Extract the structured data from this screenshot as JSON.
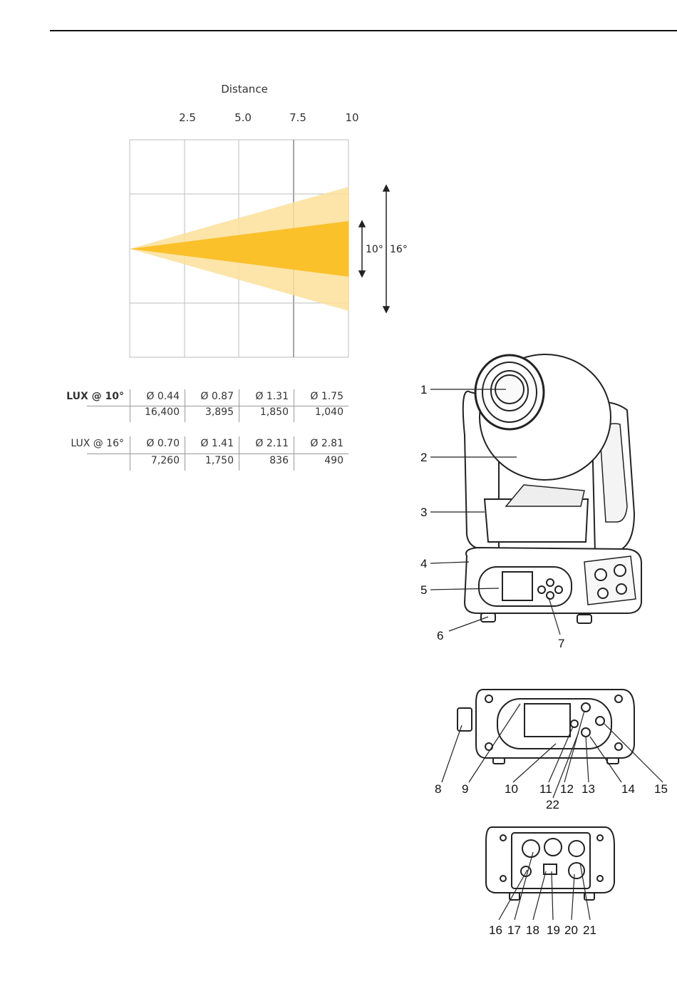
{
  "chart_data": {
    "type": "area",
    "title": "Distance",
    "x_ticks": [
      "2.5",
      "5.0",
      "7.5",
      "10"
    ],
    "xlim": [
      0,
      10
    ],
    "beams": [
      {
        "name": "10°",
        "angle_deg": 10,
        "color": "#fbbf24"
      },
      {
        "name": "16°",
        "angle_deg": 16,
        "color": "#fde09a"
      }
    ]
  },
  "lux_table": {
    "rows": [
      {
        "label": "LUX @ 10°",
        "diameters": [
          "Ø 0.44",
          "Ø 0.87",
          "Ø 1.31",
          "Ø 1.75"
        ],
        "lux": [
          "16,400",
          "3,895",
          "1,850",
          "1,040"
        ]
      },
      {
        "label": "LUX @ 16°",
        "diameters": [
          "Ø 0.70",
          "Ø 1.41",
          "Ø 2.11",
          "Ø 2.81"
        ],
        "lux": [
          "7,260",
          "1,750",
          "836",
          "490"
        ]
      }
    ]
  },
  "callouts": {
    "front": [
      "1",
      "2",
      "3",
      "4",
      "5",
      "6",
      "7"
    ],
    "display_panel": [
      "8",
      "9",
      "10",
      "11",
      "12",
      "22",
      "13",
      "14",
      "15"
    ],
    "rear_panel": [
      "16",
      "17",
      "18",
      "19",
      "20",
      "21"
    ]
  }
}
